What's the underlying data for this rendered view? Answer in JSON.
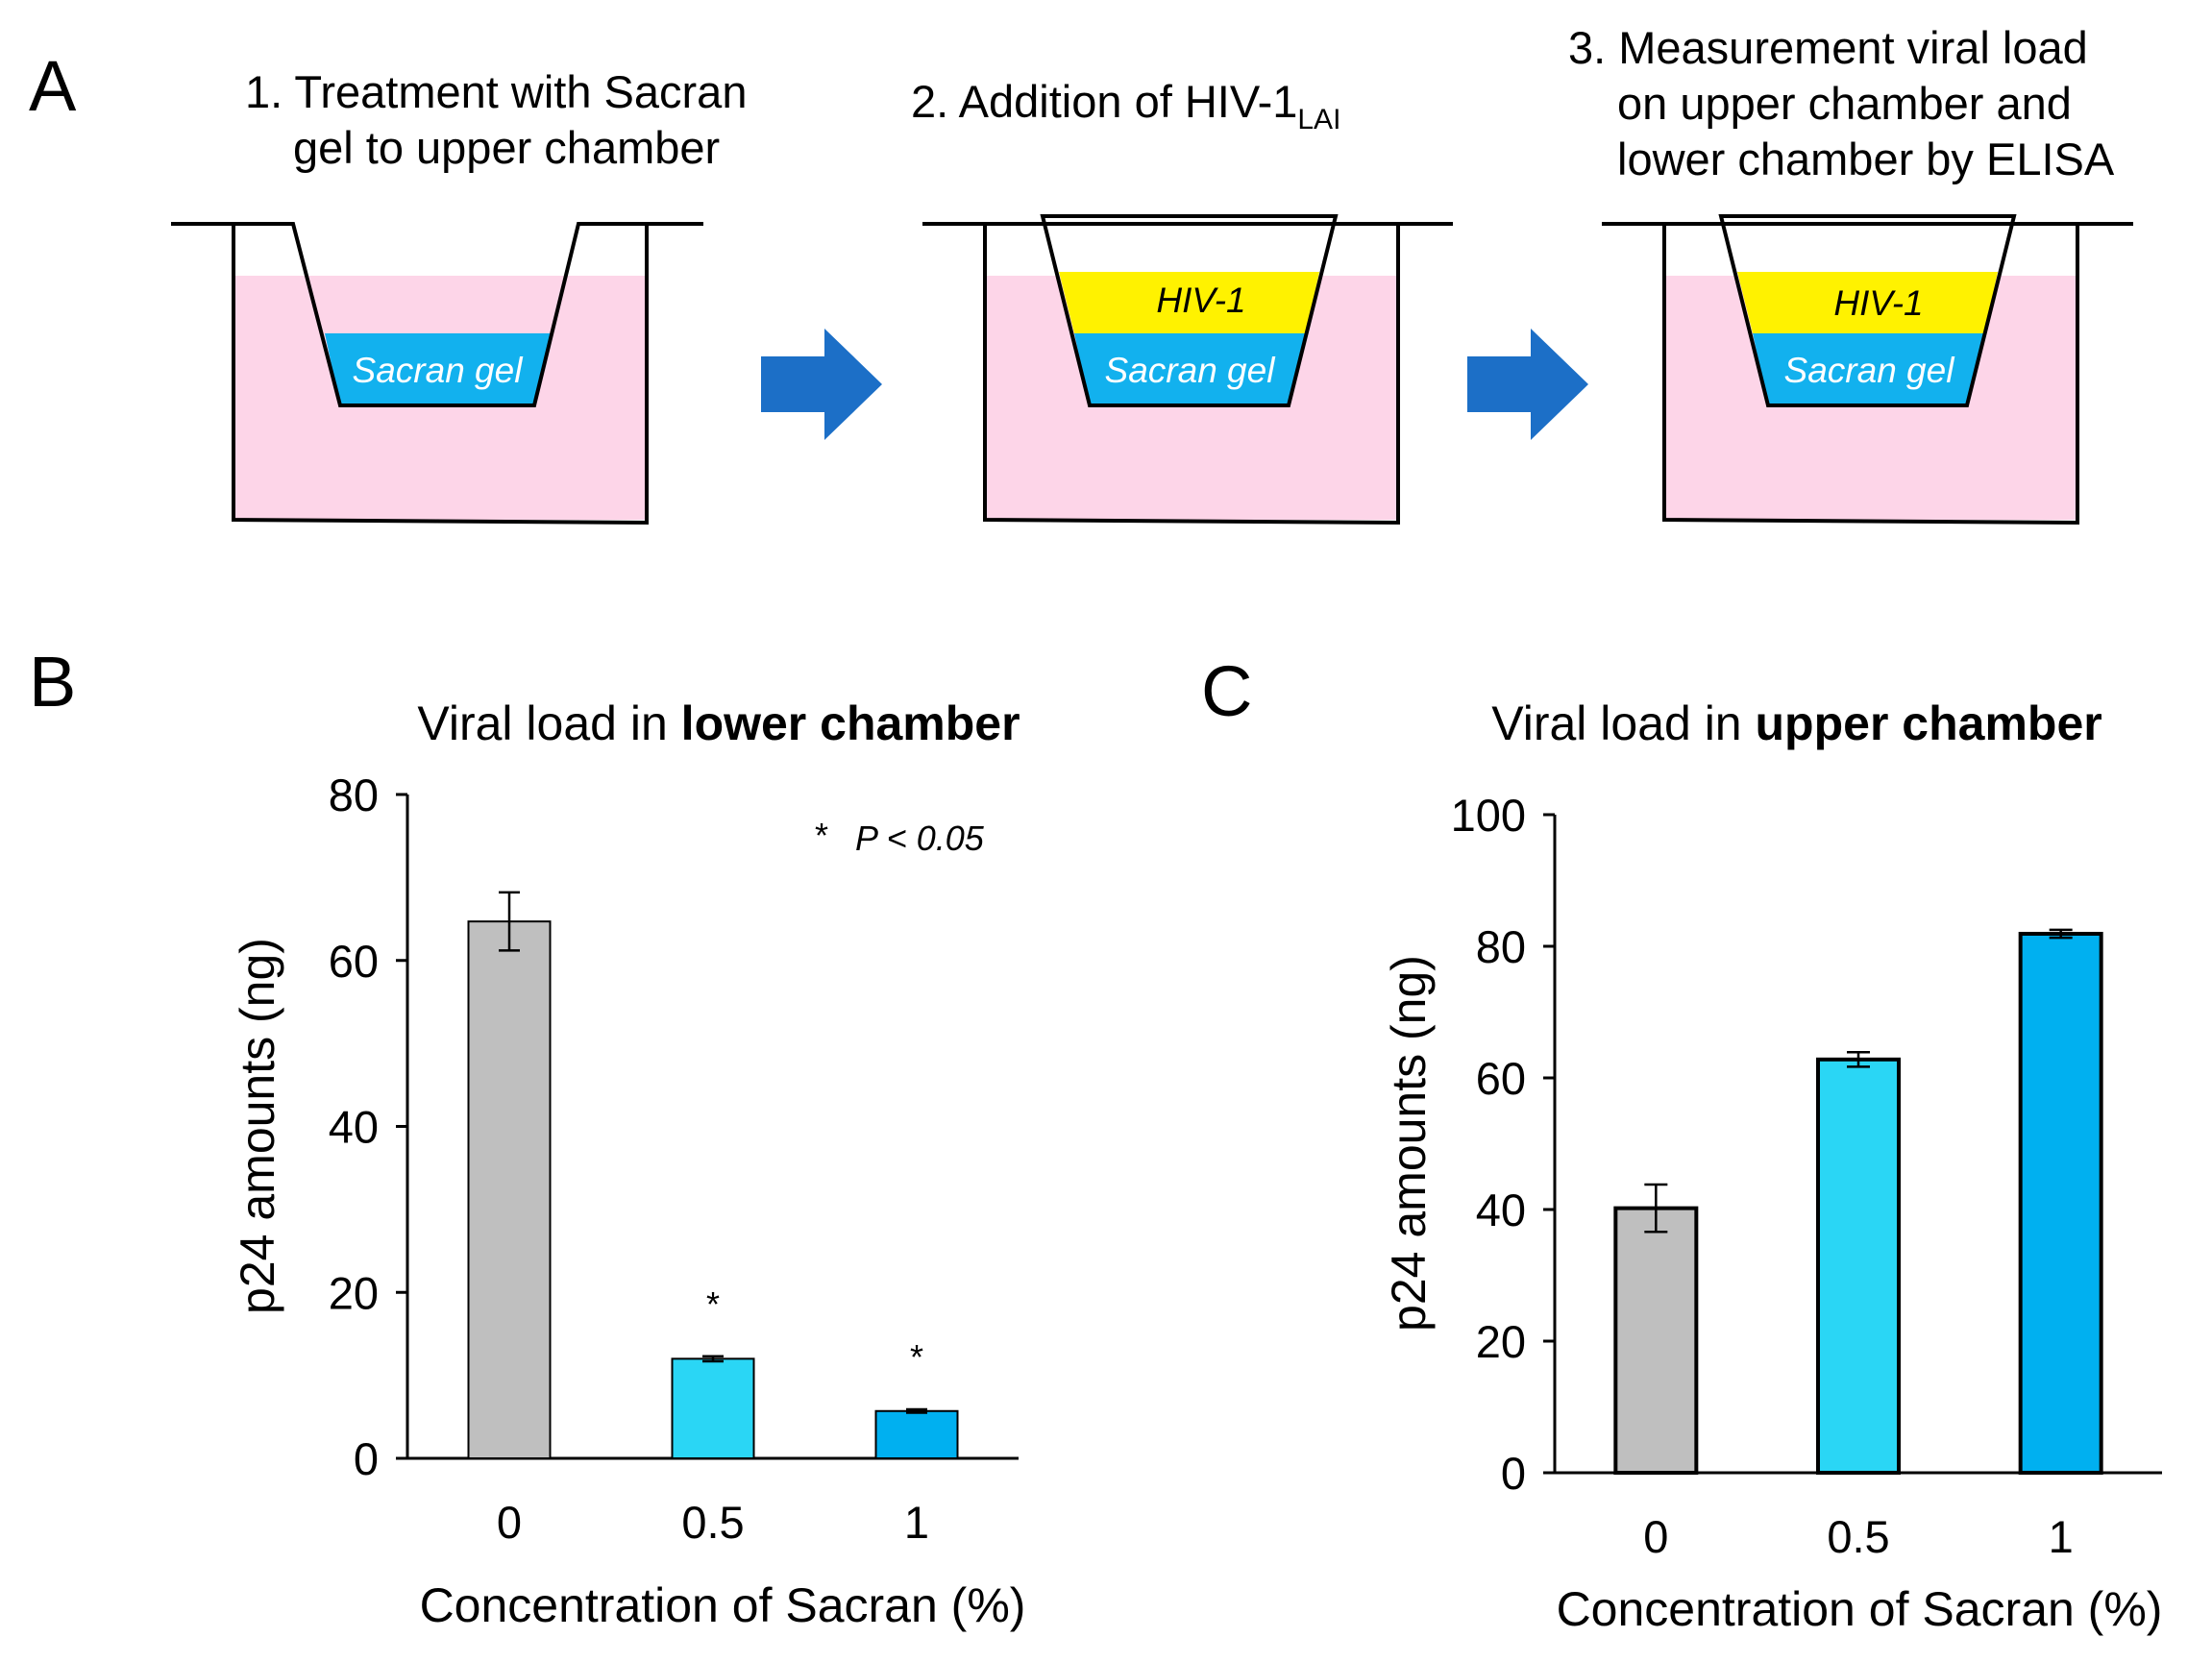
{
  "panels": {
    "a": "A",
    "b": "B",
    "c": "C"
  },
  "schematic": {
    "step1": [
      "1. Treatment with Sacran",
      "gel to upper chamber"
    ],
    "step2": "2. Addition of HIV-1",
    "step2_subscript": "LAI",
    "step3": [
      "3. Measurement viral load",
      "on upper chamber and",
      "lower chamber by ELISA"
    ],
    "gel_label": "Sacran gel",
    "virus_label": "HIV-1",
    "colors": {
      "medium": "#fdd5e8",
      "gel": "#12b1ee",
      "virus": "#fff200",
      "arrow": "#1c6fc7"
    }
  },
  "chart_data": [
    {
      "type": "bar",
      "title_prefix": "Viral load in ",
      "title_bold": "lower chamber",
      "categories": [
        "0",
        "0.5",
        "1"
      ],
      "values": [
        64.7,
        12.0,
        5.7
      ],
      "errors": [
        3.5,
        0.3,
        0.2
      ],
      "significant": [
        false,
        true,
        true
      ],
      "sig_symbol": "*",
      "sig_note_star": "*",
      "sig_note": "P < 0.05",
      "bar_colors": [
        "#bfbfbf",
        "#2ad6f5",
        "#00b0f0"
      ],
      "xlabel": "Concentration of Sacran (%)",
      "ylabel": "p24 amounts (ng)",
      "ylim": [
        0,
        80
      ],
      "yticks": [
        0,
        20,
        40,
        60,
        80
      ],
      "grid": false
    },
    {
      "type": "bar",
      "title_prefix": "Viral load in ",
      "title_bold": "upper chamber",
      "categories": [
        "0",
        "0.5",
        "1"
      ],
      "values": [
        40.2,
        62.8,
        81.9
      ],
      "errors": [
        3.6,
        1.1,
        0.6
      ],
      "bar_colors": [
        "#bfbfbf",
        "#2ad6f5",
        "#00b0f0"
      ],
      "xlabel": "Concentration of Sacran (%)",
      "ylabel": "p24 amounts (ng)",
      "ylim": [
        0,
        100
      ],
      "yticks": [
        0,
        20,
        40,
        60,
        80,
        100
      ],
      "grid": false
    }
  ]
}
